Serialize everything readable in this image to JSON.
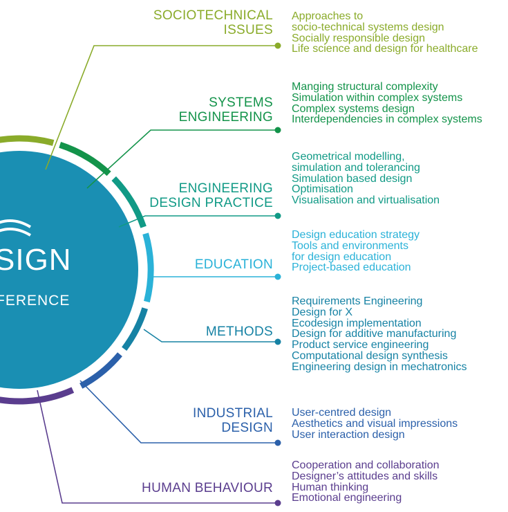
{
  "logo": {
    "word": "SIGN",
    "sub": "FERENCE",
    "circle_color": "#1a8fb3"
  },
  "categories": [
    {
      "id": "sociotechnical",
      "lines": [
        "SOCIOTECHNICAL",
        "ISSUES"
      ],
      "color": "#8aab2a",
      "topics": [
        "Approaches to",
        "socio-technical systems design",
        "Socially responsible design",
        "Life science and design for healthcare"
      ]
    },
    {
      "id": "systems-engineering",
      "lines": [
        "SYSTEMS",
        "ENGINEERING"
      ],
      "color": "#13934a",
      "topics": [
        "Manging structural complexity",
        "Simulation within complex systems",
        "Complex systems design",
        "Interdependencies in complex systems"
      ]
    },
    {
      "id": "engineering-design-practice",
      "lines": [
        "ENGINEERING",
        "DESIGN PRACTICE"
      ],
      "color": "#119a86",
      "topics": [
        "Geometrical modelling,",
        "simulation and tolerancing",
        "Simulation based design",
        "Optimisation",
        "Visualisation and virtualisation"
      ]
    },
    {
      "id": "education",
      "lines": [
        "EDUCATION"
      ],
      "color": "#2ab2d8",
      "topics": [
        "Design education strategy",
        "Tools and environments",
        "for design education",
        "Project-based education"
      ]
    },
    {
      "id": "methods",
      "lines": [
        "METHODS"
      ],
      "color": "#1682a4",
      "topics": [
        "Requirements Engineering",
        "Design for X",
        "Ecodesign implementation",
        "Design for additive manufacturing",
        "Product service engineering",
        "Computational design synthesis",
        "Engineering design in mechatronics"
      ]
    },
    {
      "id": "industrial-design",
      "lines": [
        "INDUSTRIAL",
        "DESIGN"
      ],
      "color": "#2b60aa",
      "topics": [
        "User-centred design",
        "Aesthetics and visual impressions",
        "User interaction design"
      ]
    },
    {
      "id": "human-behaviour",
      "lines": [
        "HUMAN BEHAVIOUR"
      ],
      "color": "#5a3d8e",
      "topics": [
        "Cooperation and collaboration",
        "Designer’s attitudes and skills",
        "Human thinking",
        "Emotional engineering"
      ]
    }
  ]
}
